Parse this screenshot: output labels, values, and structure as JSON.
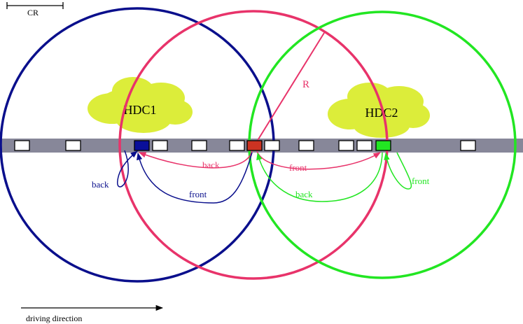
{
  "scale_label": "CR",
  "clouds": {
    "left": "HDC1",
    "right": "HDC2"
  },
  "radius_label": "R",
  "arrows": {
    "blue_self": "back",
    "red_to_blue": "back",
    "blue_from_red": "front",
    "red_to_green": "front",
    "green_from_red": "back",
    "green_self": "front"
  },
  "direction_label": "driving direction",
  "colors": {
    "blue": "#0a0f8c",
    "red": "#e8336a",
    "green": "#22e622",
    "cloud": "#dced3a",
    "road": "#878799",
    "red_vehicle": "#cc3322",
    "blue_vehicle": "#0a0f9a",
    "green_vehicle": "#22e622"
  }
}
